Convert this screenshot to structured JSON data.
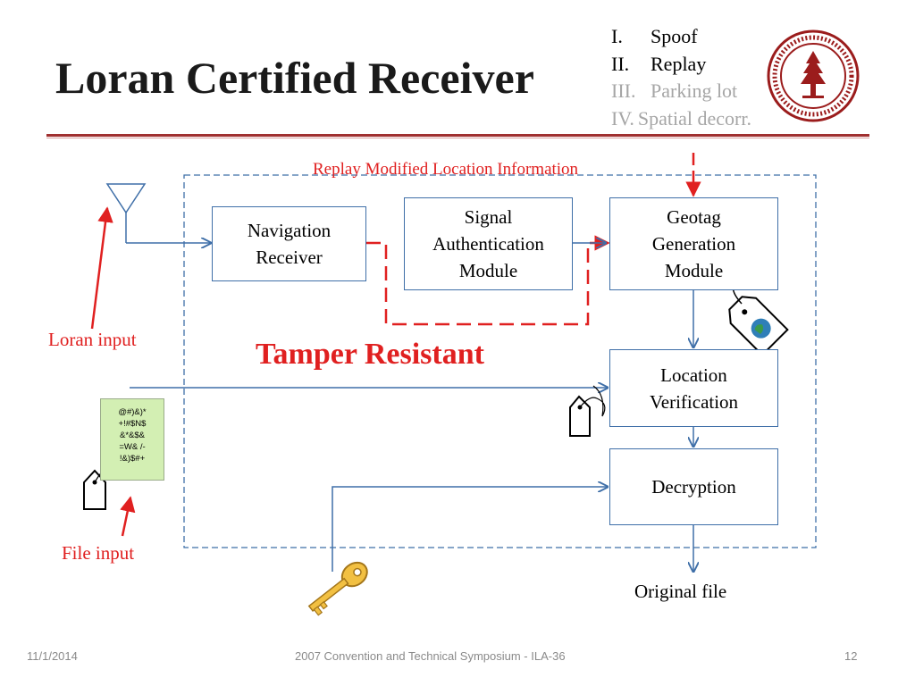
{
  "slide": {
    "title": "Loran Certified Receiver",
    "agenda": [
      {
        "num": "I.",
        "text": "Spoof",
        "dim": false
      },
      {
        "num": "II.",
        "text": "Replay",
        "dim": false
      },
      {
        "num": "III.",
        "text": "Parking lot",
        "dim": true
      },
      {
        "num": "IV.",
        "text": "Spatial decorr.",
        "dim": true
      }
    ]
  },
  "diagram": {
    "replay_label": "Replay Modified Location Information",
    "tamper_label": "Tamper Resistant",
    "boxes": {
      "nav": "Navigation Receiver",
      "signal": "Signal Authentication Module",
      "geotag": "Geotag Generation Module",
      "location": "Location Verification",
      "decryption": "Decryption"
    },
    "loran_input": "Loran input",
    "file_input": "File input",
    "original_file": "Original file",
    "file_note_lines": [
      "@#)&)*",
      "+!#$N$",
      "&*&$&",
      "=W& /-",
      "!&)$#+"
    ]
  },
  "footer": {
    "date": "11/1/2014",
    "center": "2007 Convention and Technical Symposium - ILA-36",
    "page": "12"
  },
  "colors": {
    "accent_red": "#e02020",
    "box_blue": "#3f6fa8",
    "title_rule": "#a03030",
    "note_green": "#d3efb3"
  }
}
